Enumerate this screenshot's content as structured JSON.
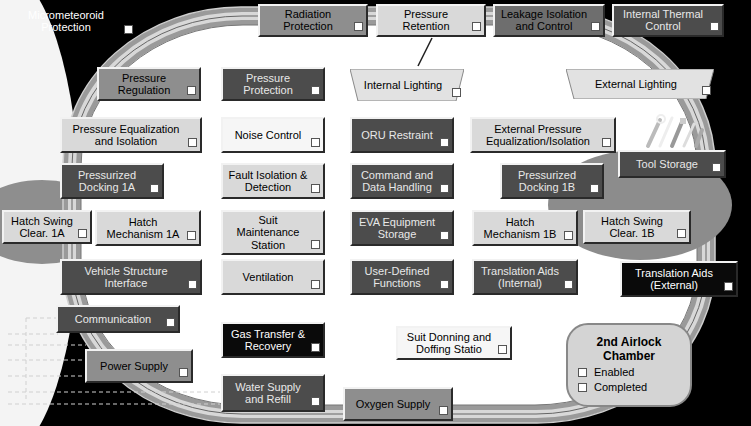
{
  "diagram": {
    "nodes": [
      {
        "text": [
          "Micrometeoroid Protection"
        ]
      },
      {
        "text": [
          "Radiation Protection"
        ]
      },
      {
        "text": [
          "Pressure Retention"
        ]
      },
      {
        "text": [
          "Leakage Isolation and Control"
        ]
      },
      {
        "text": [
          "Internal Thermal Control"
        ]
      },
      {
        "text": [
          "Pressure Regulation"
        ]
      },
      {
        "text": [
          "Pressure Protection"
        ]
      },
      {
        "text": [
          "Internal Lighting"
        ]
      },
      {
        "text": [
          "External Lighting"
        ]
      },
      {
        "text": [
          "Pressure Equalization and Isolation"
        ]
      },
      {
        "text": [
          "Noise Control"
        ]
      },
      {
        "text": [
          "ORU Restraint"
        ]
      },
      {
        "text": [
          "External Pressure Equalization/Isolation"
        ]
      },
      {
        "text": [
          "Tool Storage"
        ]
      },
      {
        "text": [
          "Pressurized Docking 1A"
        ]
      },
      {
        "text": [
          "Fault Isolation & Detection"
        ]
      },
      {
        "text": [
          "Command and Data Handling"
        ]
      },
      {
        "text": [
          "Pressurized Docking 1B"
        ]
      },
      {
        "text": [
          "Hatch Swing Clear. 1A"
        ]
      },
      {
        "text": [
          "Hatch Mechanism 1A"
        ]
      },
      {
        "text": [
          "Suit Maintenance Station"
        ]
      },
      {
        "text": [
          "EVA Equipment Storage"
        ]
      },
      {
        "text": [
          "Hatch Mechanism 1B"
        ]
      },
      {
        "text": [
          "Hatch Swing Clear. 1B"
        ]
      },
      {
        "text": [
          "Vehicle Structure Interface"
        ]
      },
      {
        "text": [
          "Ventilation"
        ]
      },
      {
        "text": [
          "User-Defined Functions"
        ]
      },
      {
        "text": [
          "Translation Aids (Internal)"
        ]
      },
      {
        "text": [
          "Translation Aids (External)"
        ]
      },
      {
        "text": [
          "Communication"
        ]
      },
      {
        "text": [
          "Gas Transfer & Recovery"
        ]
      },
      {
        "text": [
          "Suit Donning and Doffing Statio"
        ]
      },
      {
        "text": [
          "Power Supply"
        ]
      },
      {
        "text": [
          "Water Supply and Refill"
        ]
      },
      {
        "text": [
          "Oxygen Supply"
        ]
      },
      {
        "text": [
          "2nd Airlock Chamber",
          "Enabled",
          "Completed"
        ]
      }
    ]
  }
}
